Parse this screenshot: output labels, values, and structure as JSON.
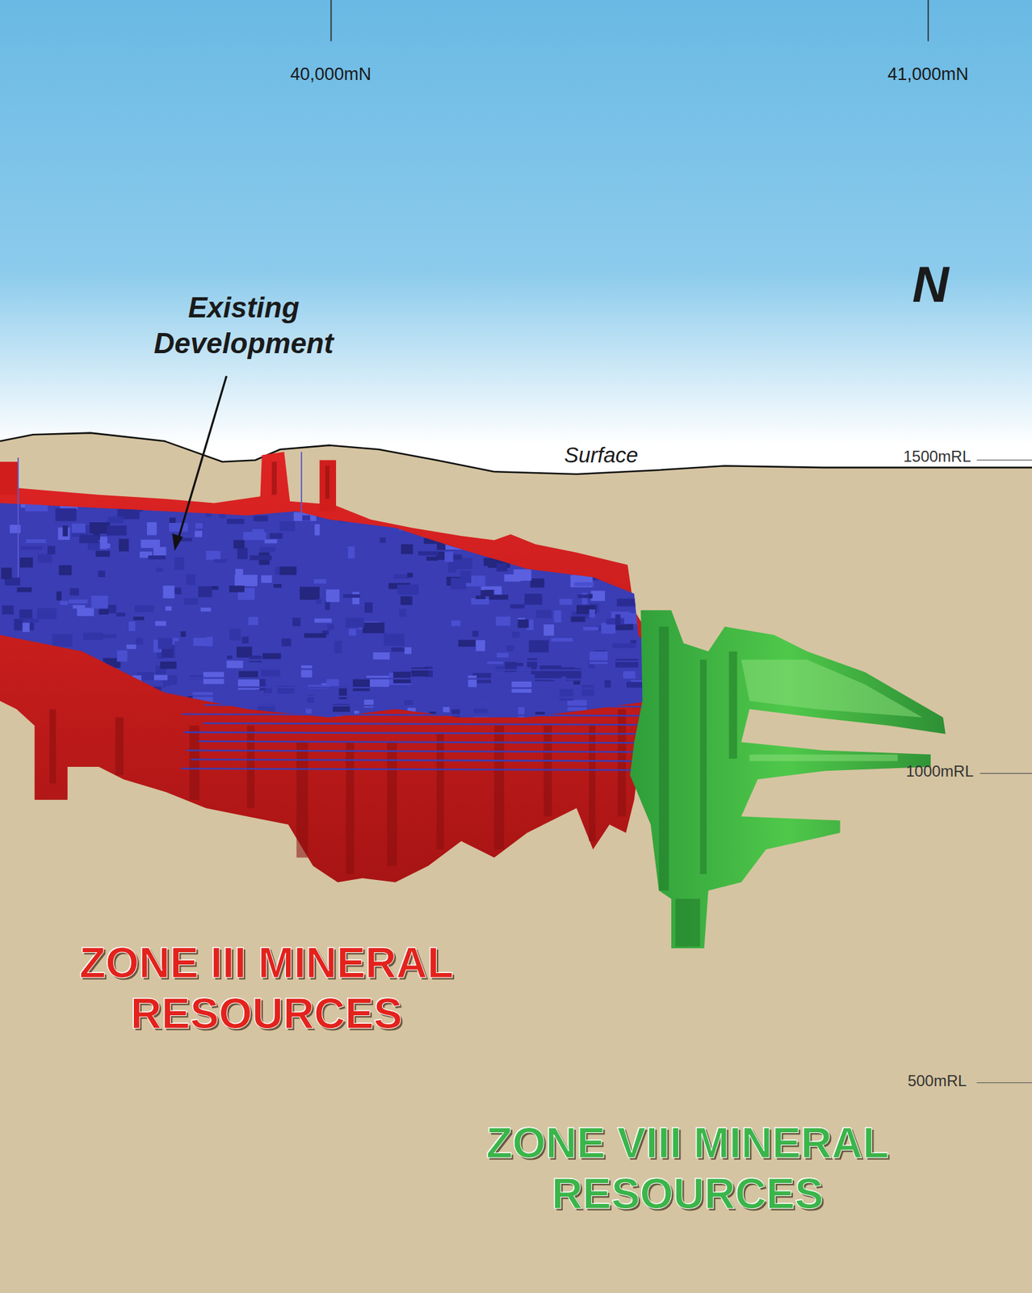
{
  "diagram": {
    "labels": [
      "40,000mN",
      "41,000mN",
      "N",
      "Existing Development",
      "Surface",
      "1500mRL",
      "1000mRL",
      "500mRL",
      "ZONE III MINERAL RESOURCES",
      "ZONE VIII MINERAL RESOURCES"
    ]
  }
}
